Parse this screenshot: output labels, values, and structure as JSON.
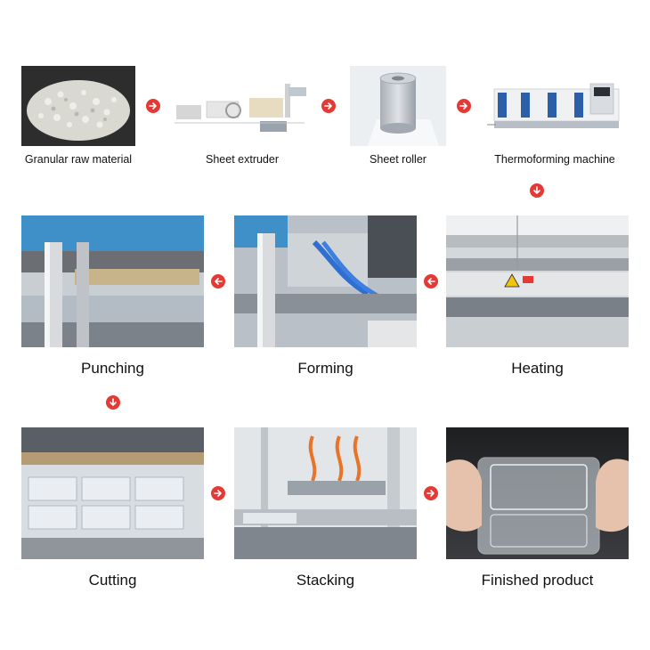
{
  "steps": [
    {
      "label": "Granular raw material"
    },
    {
      "label": "Sheet extruder"
    },
    {
      "label": "Sheet roller"
    },
    {
      "label": "Thermoforming machine"
    },
    {
      "label": "Heating"
    },
    {
      "label": "Forming"
    },
    {
      "label": "Punching"
    },
    {
      "label": "Cutting"
    },
    {
      "label": "Stacking"
    },
    {
      "label": "Finished product"
    }
  ],
  "colors": {
    "arrow": "#e53935",
    "arrow_glyph": "#ffffff",
    "caption": "#111111"
  },
  "icons": {
    "arrow_right": "arrow-right-icon",
    "arrow_left": "arrow-left-icon",
    "arrow_down": "arrow-down-icon"
  }
}
